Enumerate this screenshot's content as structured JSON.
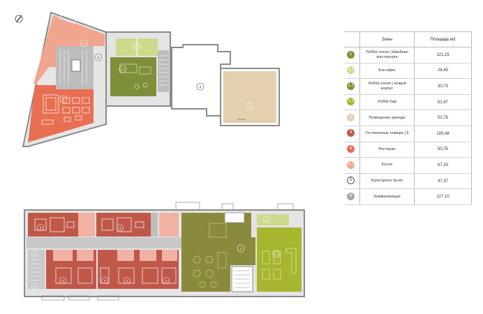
{
  "legend": {
    "header_zone": "Зоны",
    "header_area": "Площадь м2",
    "rows": [
      {
        "code": "1",
        "zone": "Лобби отеля | Швейная мастерская",
        "area": "121,25",
        "color": "#8a8a3c"
      },
      {
        "code": "1.1",
        "zone": "Бэк-офис",
        "area": "26,45",
        "color": "#cfd98c"
      },
      {
        "code": "1.2",
        "zone": "Лобби отеля | Новый корпус",
        "area": "30,73",
        "color": "#7e8f3a"
      },
      {
        "code": "1.3",
        "zone": "Лобби бар",
        "area": "52,87",
        "color": "#a8b52e"
      },
      {
        "code": "2",
        "zone": "Помещение аренды",
        "area": "52,76",
        "color": "#e4cfae"
      },
      {
        "code": "3",
        "zone": "Гостиничные номера | 6",
        "area": "193,48",
        "color": "#c0584a"
      },
      {
        "code": "4",
        "zone": "Ресторан",
        "area": "50,75",
        "color": "#e86f52"
      },
      {
        "code": "4.1",
        "zone": "Кухня",
        "area": "67,33",
        "color": "#f1a48e"
      },
      {
        "code": "5",
        "zone": "Культурное пр-во",
        "area": "47,37",
        "color": "#ffffff",
        "outline": true
      },
      {
        "code": "6",
        "zone": "Коммуникации",
        "area": "127,10",
        "color": "#a8a8a8"
      }
    ]
  },
  "plan_labels": {
    "l_41": "4.1",
    "l_4": "4",
    "l_6a": "6",
    "l_11": "1.1",
    "l_12": "1.2",
    "l_5": "5",
    "l_2": "2",
    "l_3a": "3",
    "l_3b": "3",
    "l_3c": "3",
    "l_3d": "3",
    "l_3e": "3",
    "l_3f": "3",
    "l_1": "1",
    "l_11b": "1.1",
    "l_13": "1.3",
    "l_6b": "6",
    "l_6c": "6"
  }
}
